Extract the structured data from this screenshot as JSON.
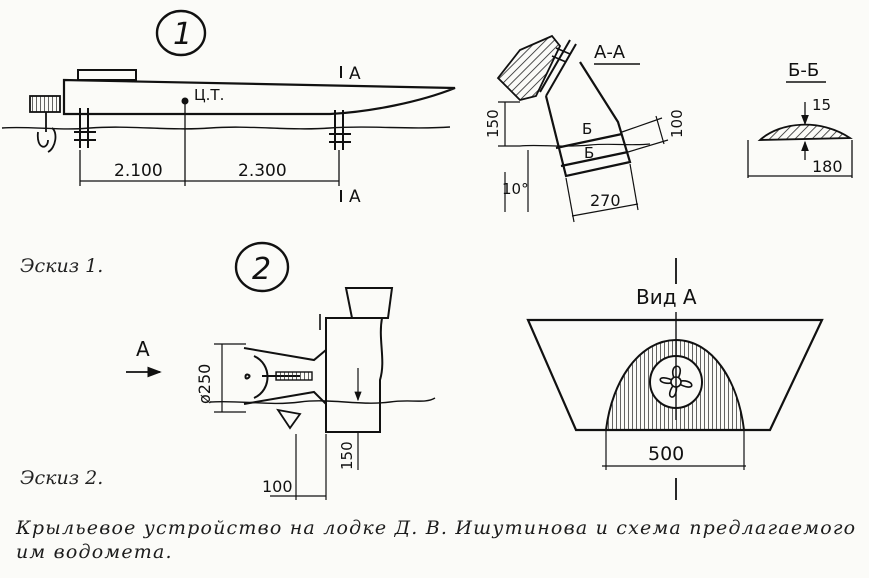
{
  "sketch1": {
    "circle_number": "1",
    "caption": "Эскиз 1.",
    "center_of_gravity": "Ц.Т.",
    "dim_left": "2.100",
    "dim_right": "2.300",
    "section_mark_top": "A",
    "section_mark_bottom": "A"
  },
  "section_aa": {
    "title": "А-А",
    "dim_height": "150",
    "dim_strut": "100",
    "dim_width": "270",
    "angle": "10°",
    "foil_label_1": "Б",
    "foil_label_2": "Б"
  },
  "section_bb": {
    "title": "Б-Б",
    "thickness": "15",
    "chord": "180"
  },
  "sketch2": {
    "circle_number": "2",
    "caption": "Эскиз 2.",
    "arrow_label": "A",
    "diameter": "ø250",
    "dim_immersion": "150",
    "dim_offset": "100"
  },
  "view_a": {
    "title": "Вид А",
    "width": "500"
  },
  "caption": {
    "line1": "Крыльевое устройство на лодке Д. В. Ишутинова и схема предлагаемого",
    "line2": "им водомета."
  }
}
